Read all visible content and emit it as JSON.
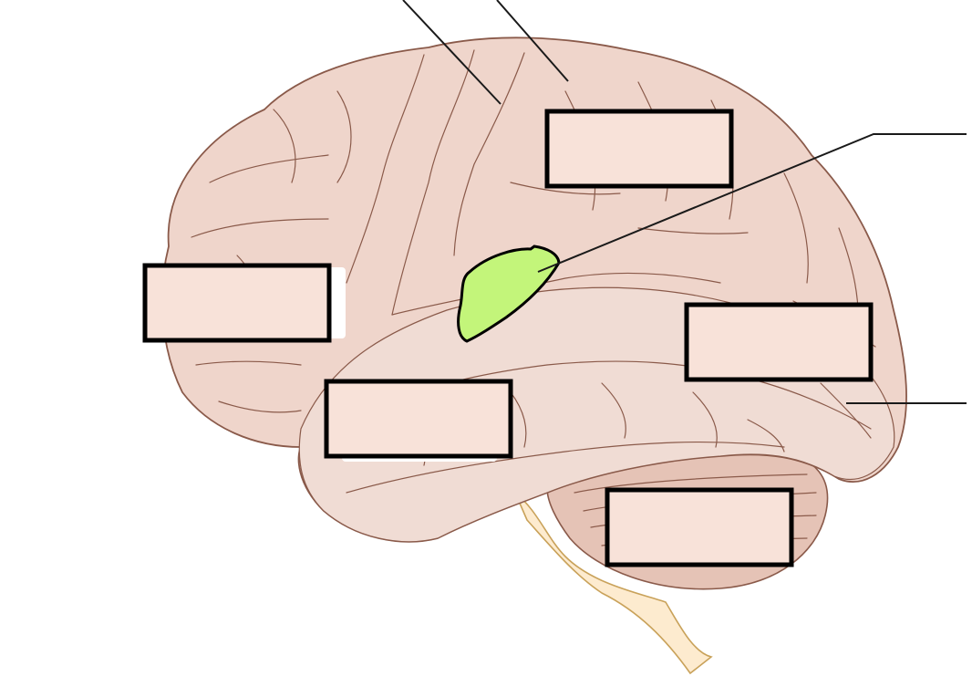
{
  "colors": {
    "cortex_fill": "#efd5cb",
    "cortex_outline": "#8a5a4a",
    "temporal_fill": "#f0dcd4",
    "cerebellum_fill": "#e5c3b6",
    "brainstem_fill": "#fdebcf",
    "highlight_fill": "#c3f57a",
    "label_box_fill": "#f8e2d9",
    "label_box_stroke": "#000000",
    "leader_line": "#1a1a1a"
  },
  "highlighted_region": "green-highlighted-area",
  "label_boxes": [
    {
      "id": "box-top-center",
      "text": ""
    },
    {
      "id": "box-left",
      "text": ""
    },
    {
      "id": "box-right-middle",
      "text": ""
    },
    {
      "id": "box-lower-middle",
      "text": ""
    },
    {
      "id": "box-bottom",
      "text": ""
    }
  ]
}
